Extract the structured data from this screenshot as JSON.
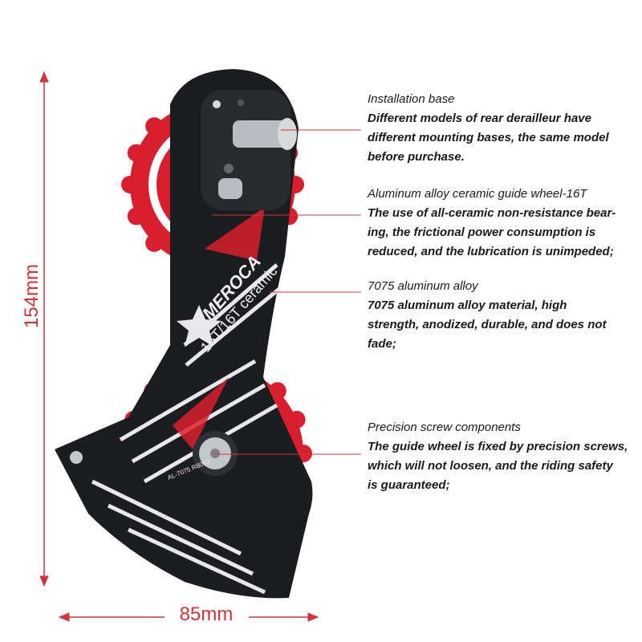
{
  "dimensions": {
    "height_label": "154mm",
    "width_label": "85mm",
    "color": "#d0343a"
  },
  "product": {
    "brand": "MEROCA",
    "model_marking": "16T/16T ceramic",
    "plate_marking": "AL-7075 R8000",
    "colors": {
      "plate": "#1c1d20",
      "pulley": "#d81f2e",
      "stripes": "#e8e8ea",
      "steel": "#b9bcc0"
    }
  },
  "callouts": [
    {
      "title": "Installation base",
      "lines": [
        "Different models of rear derailleur have",
        "different mounting bases, the same model",
        "before purchase."
      ]
    },
    {
      "title": "Aluminum alloy ceramic guide wheel-16T",
      "lines": [
        "The use of all-ceramic non-resistance bear-",
        "ing, the frictional power consumption is",
        "reduced, and the lubrication is unimpeded;"
      ]
    },
    {
      "title": "7075 aluminum alloy",
      "lines": [
        "7075 aluminum alloy material, high",
        "strength, anodized, durable, and does not",
        "fade;"
      ]
    },
    {
      "title": "Precision screw components",
      "lines": [
        "The guide wheel is fixed by precision screws,",
        "which will not loosen, and the riding safety",
        "is guaranteed;"
      ]
    }
  ]
}
